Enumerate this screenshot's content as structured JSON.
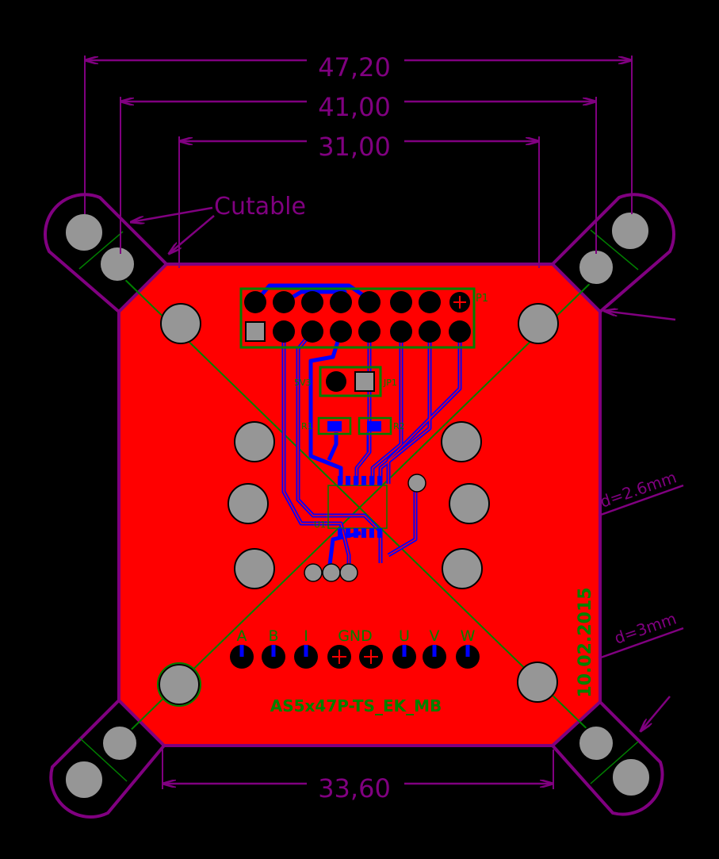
{
  "dimensions": {
    "top_outer": "47,20",
    "top_middle": "41,00",
    "top_inner": "31,00",
    "bottom": "33,60"
  },
  "annotations": {
    "cutable": "Cutable",
    "hole_small": "d=2.6mm",
    "hole_large": "d=3mm"
  },
  "board": {
    "date": "10.02.2015",
    "name": "AS5x47P-TS_EK_MB",
    "header_label": "P1",
    "jumper_label": "JP1",
    "jumper_side_label": "5V3",
    "r1_label": "R1",
    "r2_label": "R2",
    "ic_label": "U1"
  },
  "connector_pins": [
    "A",
    "B",
    "I",
    "GND",
    "U",
    "V",
    "W"
  ],
  "colors": {
    "background": "#000000",
    "board": "#ff0000",
    "outline": "#800080",
    "silkscreen": "#008000",
    "bottom_trace": "#0000ff",
    "pad": "#969696"
  }
}
